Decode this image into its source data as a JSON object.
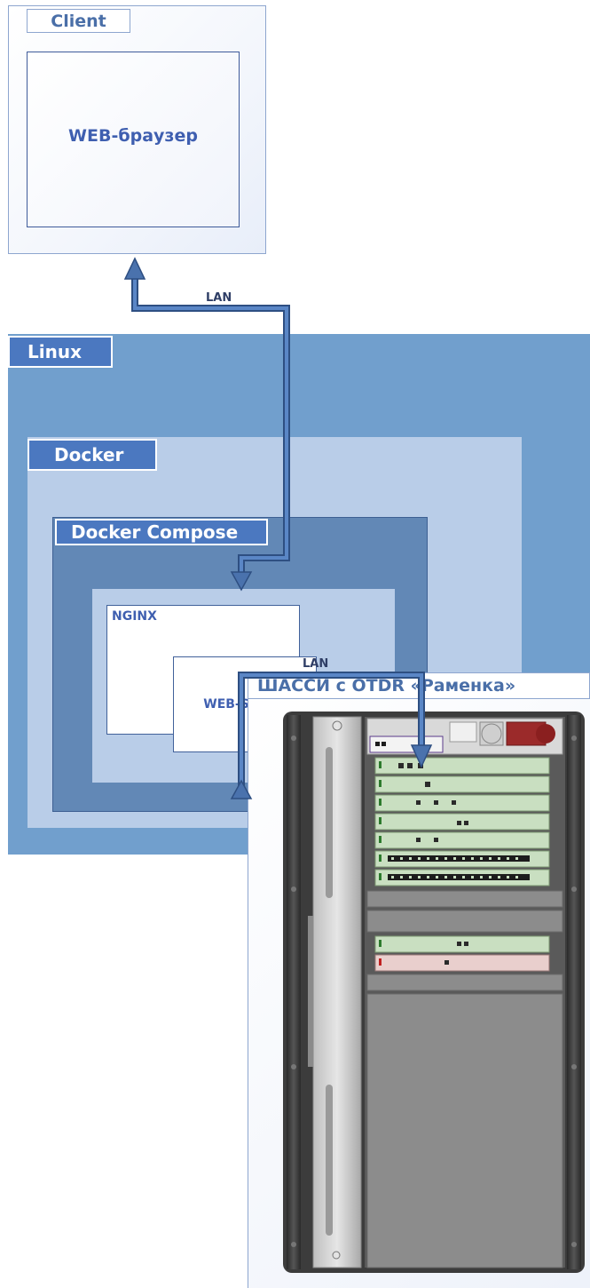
{
  "client": {
    "title": "Client",
    "browser": "WEB-браузер"
  },
  "links": {
    "lan_top": "LAN",
    "lan_bottom": "LAN"
  },
  "linux": {
    "title": "Linux"
  },
  "docker": {
    "title": "Docker"
  },
  "compose": {
    "title": "Docker Compose"
  },
  "nginx": {
    "title": "NGINX"
  },
  "webserver": {
    "title": "WEB-Server"
  },
  "chassis": {
    "title": "ШАССИ с OTDR «Раменка»"
  },
  "colors": {
    "linux_bg": "#719fcd",
    "docker_bg": "#b9cde8",
    "compose_bg": "#6288b6",
    "tab_bg": "#4b78c0",
    "arrow": "#4a72ad",
    "card_green": "#c9dfc1",
    "card_pink": "#e9cfcd"
  }
}
